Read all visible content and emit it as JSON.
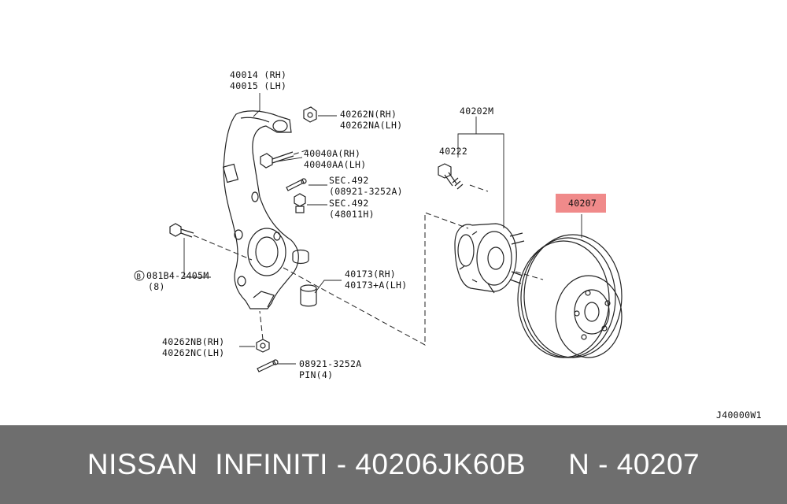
{
  "labels": {
    "knuckle": [
      "40014 (RH)",
      "40015 (LH)"
    ],
    "nut_top": [
      "40262N(RH)",
      "40262NA(LH)"
    ],
    "bolt_upper": [
      "40040A(RH)",
      "40040AA(LH)"
    ],
    "sec492_a": [
      "SEC.492",
      "(08921-3252A)"
    ],
    "sec492_b": [
      "SEC.492",
      "(48011H)"
    ],
    "bolt_left_circle": "B",
    "bolt_left": [
      "081B4-2405M",
      "(8)"
    ],
    "bushing": [
      "40173(RH)",
      "40173+A(LH)"
    ],
    "nut_bottom": [
      "40262NB(RH)",
      "40262NC(LH)"
    ],
    "pin": [
      "08921-3252A",
      "PIN(4)"
    ],
    "hub_assembly": "40202M",
    "hub_bolt": "40222",
    "rotor": "40207",
    "drawing_code": "J40000W1"
  },
  "highlight_color": "#f08a8a",
  "footer": {
    "text": "NISSAN  INFINITI - 40206JK60B     N - 40207",
    "background": "#6e6e6e"
  }
}
